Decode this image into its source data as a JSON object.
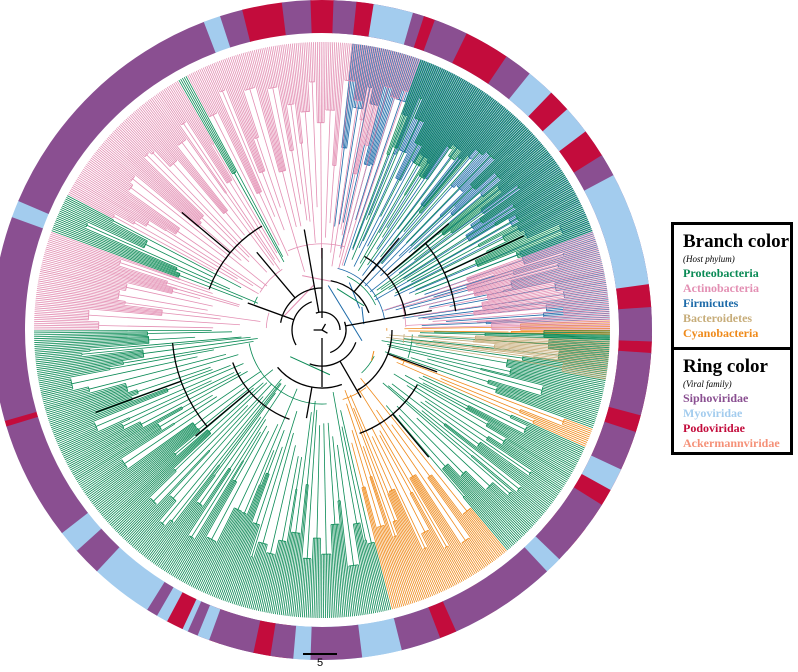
{
  "legend": {
    "branch": {
      "title": "Branch color",
      "subtitle": "(Host phylum)",
      "items": [
        {
          "label": "Proteobacteria",
          "color": "#0a8a55"
        },
        {
          "label": "Actinobacteria",
          "color": "#e38fb3"
        },
        {
          "label": "Firmicutes",
          "color": "#1c6aa8"
        },
        {
          "label": "Bacteroidetes",
          "color": "#c7ad7a"
        },
        {
          "label": "Cyanobacteria",
          "color": "#ef8a1a"
        }
      ]
    },
    "ring": {
      "title": "Ring color",
      "subtitle": "(Viral family)",
      "items": [
        {
          "label": "Siphoviridae",
          "color": "#8a4f91"
        },
        {
          "label": "Myoviridae",
          "color": "#a3ccee"
        },
        {
          "label": "Podoviridae",
          "color": "#c30c3c"
        },
        {
          "label": "Ackermannviridae",
          "color": "#f59178"
        }
      ]
    }
  },
  "scale": {
    "label": "5"
  },
  "tree": {
    "branch_sectors": [
      {
        "phylum": "Firmicutes",
        "from": 276,
        "to": 358
      },
      {
        "phylum": "Cyanobacteria",
        "from": 358,
        "to": 361
      },
      {
        "phylum": "Proteobacteria",
        "from": 361,
        "to": 380
      },
      {
        "phylum": "Cyanobacteria",
        "from": 380,
        "to": 384
      },
      {
        "phylum": "Proteobacteria",
        "from": 384,
        "to": 410
      },
      {
        "phylum": "Cyanobacteria",
        "from": 410,
        "to": 436
      },
      {
        "phylum": "Proteobacteria",
        "from": 436,
        "to": 540
      },
      {
        "phylum": "Actinobacteria",
        "from": 540,
        "to": 560
      },
      {
        "phylum": "Proteobacteria",
        "from": 560,
        "to": 568
      },
      {
        "phylum": "Actinobacteria",
        "from": 568,
        "to": 600
      },
      {
        "phylum": "Proteobacteria",
        "from": 600,
        "to": 602
      },
      {
        "phylum": "Actinobacteria",
        "from": 602,
        "to": 650
      },
      {
        "phylum": "Proteobacteria",
        "from": 650,
        "to": 700
      },
      {
        "phylum": "Actinobacteria",
        "from": 700,
        "to": 720
      },
      {
        "phylum": "Proteobacteria",
        "from": 720,
        "to": 722
      },
      {
        "phylum": "Bacteroidetes",
        "from": 722,
        "to": 730
      }
    ],
    "ring_sectors": [
      {
        "family": "Siphoviridae",
        "from": 272,
        "to": 358
      },
      {
        "family": "Myoviridae",
        "from": 358,
        "to": 361
      },
      {
        "family": "Podoviridae",
        "from": 361,
        "to": 395
      },
      {
        "family": "Myoviridae",
        "from": 395,
        "to": 397
      },
      {
        "family": "Podoviridae",
        "from": 397,
        "to": 402
      },
      {
        "family": "Myoviridae",
        "from": 402,
        "to": 413
      },
      {
        "family": "Siphoviridae",
        "from": 413,
        "to": 416
      },
      {
        "family": "Myoviridae",
        "from": 416,
        "to": 418
      },
      {
        "family": "Ackermannviridae",
        "from": 418,
        "to": 421
      },
      {
        "family": "Myoviridae",
        "from": 421,
        "to": 456
      },
      {
        "family": "Podoviridae",
        "from": 456,
        "to": 460
      },
      {
        "family": "Siphoviridae",
        "from": 460,
        "to": 468
      },
      {
        "family": "Podoviridae",
        "from": 468,
        "to": 471
      },
      {
        "family": "Siphoviridae",
        "from": 471,
        "to": 474
      },
      {
        "family": "Myoviridae",
        "from": 474,
        "to": 475
      },
      {
        "family": "Podoviridae",
        "from": 475,
        "to": 478
      },
      {
        "family": "Myoviridae",
        "from": 478,
        "to": 480
      },
      {
        "family": "Siphoviridae",
        "from": 480,
        "to": 482
      },
      {
        "family": "Myoviridae",
        "from": 482,
        "to": 493
      },
      {
        "family": "Siphoviridae",
        "from": 493,
        "to": 498
      },
      {
        "family": "Myoviridae",
        "from": 498,
        "to": 502
      },
      {
        "family": "Siphoviridae",
        "from": 502,
        "to": 523
      },
      {
        "family": "Podoviridae",
        "from": 523,
        "to": 524
      },
      {
        "family": "Siphoviridae",
        "from": 524,
        "to": 560
      },
      {
        "family": "Myoviridae",
        "from": 560,
        "to": 563
      },
      {
        "family": "Siphoviridae",
        "from": 563,
        "to": 609
      },
      {
        "family": "Myoviridae",
        "from": 609,
        "to": 612
      },
      {
        "family": "Siphoviridae",
        "from": 612,
        "to": 616
      },
      {
        "family": "Podoviridae",
        "from": 616,
        "to": 623
      },
      {
        "family": "Siphoviridae",
        "from": 623,
        "to": 628
      },
      {
        "family": "Podoviridae",
        "from": 628,
        "to": 632
      },
      {
        "family": "Siphoviridae",
        "from": 632,
        "to": 636
      },
      {
        "family": "Podoviridae",
        "from": 636,
        "to": 639
      },
      {
        "family": "Myoviridae",
        "from": 639,
        "to": 646
      },
      {
        "family": "Siphoviridae",
        "from": 646,
        "to": 648
      },
      {
        "family": "Podoviridae",
        "from": 648,
        "to": 650
      },
      {
        "family": "Siphoviridae",
        "from": 650,
        "to": 656
      },
      {
        "family": "Podoviridae",
        "from": 656,
        "to": 664
      },
      {
        "family": "Siphoviridae",
        "from": 664,
        "to": 669
      },
      {
        "family": "Myoviridae",
        "from": 669,
        "to": 674
      },
      {
        "family": "Podoviridae",
        "from": 674,
        "to": 678
      },
      {
        "family": "Myoviridae",
        "from": 678,
        "to": 683
      },
      {
        "family": "Podoviridae",
        "from": 683,
        "to": 688
      },
      {
        "family": "Siphoviridae",
        "from": 688,
        "to": 692
      },
      {
        "family": "Myoviridae",
        "from": 692,
        "to": 712
      },
      {
        "family": "Podoviridae",
        "from": 712,
        "to": 716
      },
      {
        "family": "Siphoviridae",
        "from": 716,
        "to": 722
      },
      {
        "family": "Podoviridae",
        "from": 722,
        "to": 724
      },
      {
        "family": "Siphoviridae",
        "from": 724,
        "to": 735
      },
      {
        "family": "Podoviridae",
        "from": 735,
        "to": 738
      },
      {
        "family": "Siphoviridae",
        "from": 738,
        "to": 745
      },
      {
        "family": "Myoviridae",
        "from": 745,
        "to": 749
      },
      {
        "family": "Podoviridae",
        "from": 749,
        "to": 752
      },
      {
        "family": "Siphoviridae",
        "from": 752,
        "to": 764
      },
      {
        "family": "Myoviridae",
        "from": 764,
        "to": 767
      },
      {
        "family": "Siphoviridae",
        "from": 767,
        "to": 786
      },
      {
        "family": "Podoviridae",
        "from": 786,
        "to": 789
      },
      {
        "family": "Siphoviridae",
        "from": 789,
        "to": 796
      },
      {
        "family": "Myoviridae",
        "from": 796,
        "to": 803
      },
      {
        "family": "Siphoviridae",
        "from": 803,
        "to": 812
      },
      {
        "family": "Myoviridae",
        "from": 812,
        "to": 815
      },
      {
        "family": "Siphoviridae",
        "from": 815,
        "to": 819
      },
      {
        "family": "Podoviridae",
        "from": 819,
        "to": 822
      },
      {
        "family": "Siphoviridae",
        "from": 822,
        "to": 830
      },
      {
        "family": "Myoviridae",
        "from": 830,
        "to": 832
      }
    ],
    "crossing_segments": [
      {
        "from": 278,
        "to": 375,
        "phylum": "Firmicutes"
      },
      {
        "from": 300,
        "to": 330,
        "phylum": "Firmicutes"
      },
      {
        "from": 330,
        "to": 352,
        "phylum": "Firmicutes"
      },
      {
        "from": 382,
        "to": 392,
        "phylum": "Cyanobacteria"
      },
      {
        "from": 440,
        "to": 500,
        "phylum": "Proteobacteria"
      },
      {
        "from": 560,
        "to": 620,
        "phylum": "Actinobacteria"
      },
      {
        "from": 610,
        "to": 640,
        "phylum": "Actinobacteria"
      },
      {
        "from": 650,
        "to": 690,
        "phylum": "Proteobacteria"
      }
    ]
  }
}
